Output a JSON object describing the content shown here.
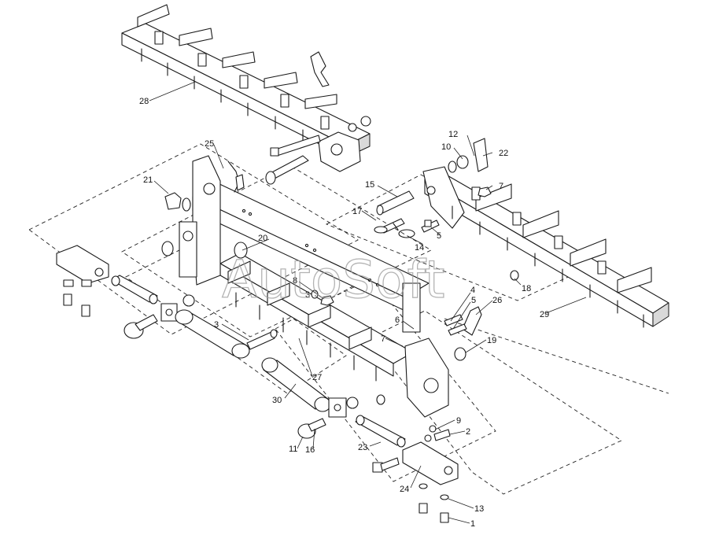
{
  "watermark": "AutoSoft",
  "callouts": [
    {
      "id": "c1",
      "text": "1"
    },
    {
      "id": "c2",
      "text": "2"
    },
    {
      "id": "c3",
      "text": "3"
    },
    {
      "id": "c3b",
      "text": "3"
    },
    {
      "id": "c4",
      "text": "4"
    },
    {
      "id": "c5a",
      "text": "5"
    },
    {
      "id": "c5b",
      "text": "5"
    },
    {
      "id": "c6",
      "text": "6"
    },
    {
      "id": "c7a",
      "text": "7"
    },
    {
      "id": "c7b",
      "text": "7"
    },
    {
      "id": "c8",
      "text": "8"
    },
    {
      "id": "c9",
      "text": "9"
    },
    {
      "id": "c10",
      "text": "10"
    },
    {
      "id": "c11",
      "text": "11"
    },
    {
      "id": "c12",
      "text": "12"
    },
    {
      "id": "c13",
      "text": "13"
    },
    {
      "id": "c14",
      "text": "14"
    },
    {
      "id": "c15",
      "text": "15"
    },
    {
      "id": "c16",
      "text": "16"
    },
    {
      "id": "c17",
      "text": "17"
    },
    {
      "id": "c18",
      "text": "18"
    },
    {
      "id": "c19",
      "text": "19"
    },
    {
      "id": "c20",
      "text": "20"
    },
    {
      "id": "c21",
      "text": "21"
    },
    {
      "id": "c22",
      "text": "22"
    },
    {
      "id": "c23",
      "text": "23"
    },
    {
      "id": "c24",
      "text": "24"
    },
    {
      "id": "c25",
      "text": "25"
    },
    {
      "id": "c26",
      "text": "26"
    },
    {
      "id": "c27",
      "text": "27"
    },
    {
      "id": "c28",
      "text": "28"
    },
    {
      "id": "c29",
      "text": "29"
    },
    {
      "id": "c30",
      "text": "30"
    }
  ]
}
